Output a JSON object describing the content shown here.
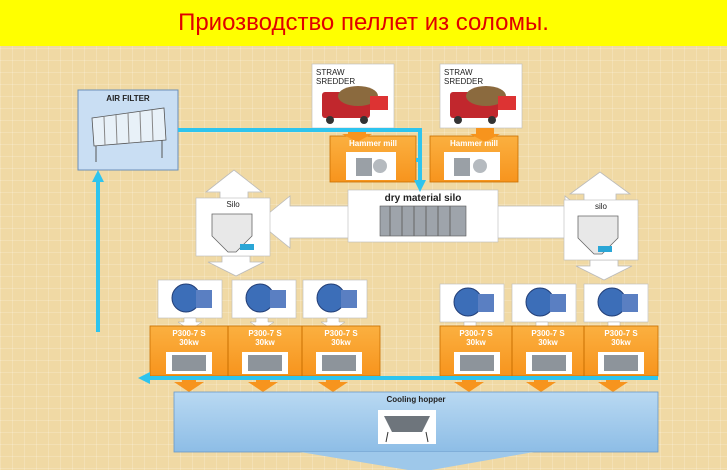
{
  "title": "Приозводство пеллет из соломы.",
  "air_filter": {
    "label": "AIR FILTER"
  },
  "shredders": [
    {
      "label_line1": "STRAW",
      "label_line2": "SREDDER"
    },
    {
      "label_line1": "STRAW",
      "label_line2": "SREDDER"
    }
  ],
  "hammer_mills": [
    {
      "label": "Hammer mill"
    },
    {
      "label": "Hammer mill"
    }
  ],
  "dry_silo": {
    "label": "dry material silo"
  },
  "silos": [
    {
      "label": "Silo"
    },
    {
      "label": "silo"
    }
  ],
  "pellet_mills": [
    {
      "model": "P300-7 S",
      "power": "30kw"
    },
    {
      "model": "P300-7 S",
      "power": "30kw"
    },
    {
      "model": "P300-7 S",
      "power": "30kw"
    },
    {
      "model": "P300-7 S",
      "power": "30kw"
    },
    {
      "model": "P300-7 S",
      "power": "30kw"
    },
    {
      "model": "P300-7 S",
      "power": "30kw"
    }
  ],
  "cooling_hopper": {
    "label": "Cooling hopper"
  },
  "colors": {
    "orange": "#f7941d",
    "cyan_arrow": "#2ec4ee",
    "block_arrow": "#ffffff",
    "cooling_blue": "#9ec8ea",
    "title_bg": "#ffff00",
    "title_text": "#e00000"
  }
}
